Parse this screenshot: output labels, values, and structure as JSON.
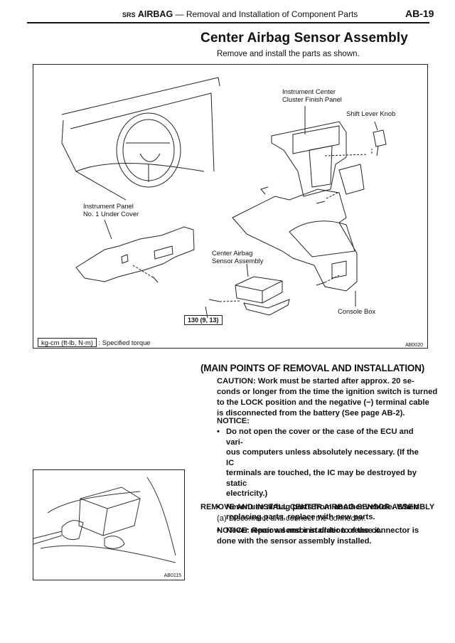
{
  "header": {
    "srs": "SRS",
    "airbag": "AIRBAG",
    "rest": " — Removal and Installation of Component Parts",
    "page": "AB-19"
  },
  "title": "Center Airbag Sensor Assembly",
  "subtitle": "Remove and install the parts as shown.",
  "diagram": {
    "labels": {
      "cluster_panel_1": "Instrument Center",
      "cluster_panel_2": "Cluster Finish Panel",
      "shift_knob": "Shift Lever Knob",
      "under_cover_1": "Instrument Panel",
      "under_cover_2": "No. 1 Under Cover",
      "sensor_1": "Center Airbag",
      "sensor_2": "Sensor Assembly",
      "console_box": "Console Box"
    },
    "torque_value": "130 (9, 13)",
    "legend_box": "kg-cm (ft-lb, N·m)",
    "legend_text": ": Specified torque",
    "code": "AB0020"
  },
  "main_points_heading": "(MAIN POINTS OF REMOVAL AND INSTALLATION)",
  "caution": {
    "line1": "CAUTION:  Work must be started after approx. 20 se-",
    "line2": "conds or longer from the time the ignition switch is turned",
    "line3": "to the LOCK position and the negative (−) terminal cable",
    "line4": "is disconnected from the battery (See page AB-2)."
  },
  "notice_label": "NOTICE:",
  "bullets": [
    {
      "l1": "Do not open the cover or the case of the ECU and vari-",
      "l2": "ous computers unless absolutely necessary. (If the IC",
      "l3": "terminals are touched, the IC may be destroyed by static",
      "l4": "electricity.)"
    },
    {
      "l1": "Never use airbag parts from another vehicle. When",
      "l2": "replacing parts, replace with new parts."
    },
    {
      "l1": "Never repair a sensor in order to reuse it."
    }
  ],
  "bullet_char": "•",
  "remove_heading": "REMOVE AND INSTALL CENTER AIRBAG SENSOR ASSEMBLY",
  "step_a": "(a)   Disconnect and connect the connector.",
  "notice2": {
    "line1": "NOTICE:  Removal and installation of the connector is",
    "line2": "done with the sensor assembly installed."
  },
  "photo_code": "AB0115"
}
